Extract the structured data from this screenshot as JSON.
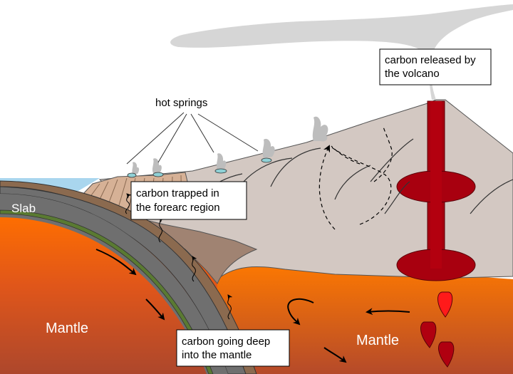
{
  "diagram": {
    "labels": {
      "hot_springs": "hot springs",
      "volcano_line1": "carbon released by",
      "volcano_line2": "the volcano",
      "forearc_line1": "carbon trapped in",
      "forearc_line2": "the forearc region",
      "deep_line1": "carbon going deep",
      "deep_line2": "into the mantle",
      "slab": "Slab",
      "mantle_left": "Mantle",
      "mantle_right": "Mantle"
    },
    "colors": {
      "sky": "#ffffff",
      "ocean": "#a9d6ee",
      "crust": "#d3c8c2",
      "forearc": "#d6b196",
      "wedge": "#a08372",
      "mantle_top": "#ff6a00",
      "mantle_bottom": "#b3472a",
      "slab_grey": "#6f6f6f",
      "slab_green": "#5a7a32",
      "magma": "#a8000f",
      "smoke": "#bdbdbd"
    }
  }
}
